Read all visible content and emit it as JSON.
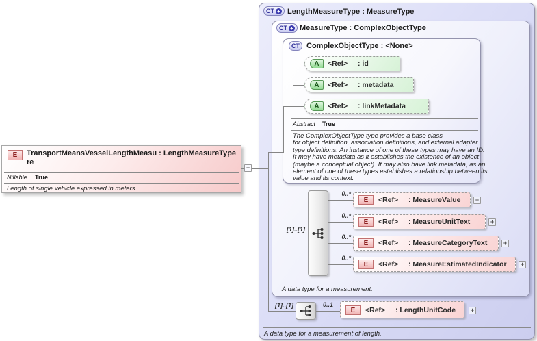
{
  "colors": {
    "type_box_fill": "#dcdef7",
    "attribute_fill": "#d7f2d7",
    "element_fill": "#f9d4d4",
    "element_badge": "#f1b4b4",
    "attribute_badge": "#94dc94",
    "type_badge_text": "#2a2a96",
    "connector_line": "#858585"
  },
  "collapse_glyph": "−",
  "expand_glyph": "+",
  "main_element": {
    "badge": "E",
    "title_line1": "TransportMeansVesselLengthMeasu : LengthMeasureType",
    "title_line2": "re",
    "nillable_label": "Nillable",
    "nillable_value": "True",
    "doc": "Length of single vehicle expressed in meters."
  },
  "outer_type": {
    "badge": "CT",
    "badge_plus": "+",
    "title": "LengthMeasureType : MeasureType",
    "doc": "A data type for a measurement of length."
  },
  "measure_type": {
    "badge": "CT",
    "badge_plus": "+",
    "title": "MeasureType : ComplexObjectType",
    "doc": "A data type for a measurement."
  },
  "complex_object_type": {
    "badge": "CT",
    "title": "ComplexObjectType : <None>",
    "abstract_label": "Abstract",
    "abstract_value": "True",
    "doc_lines": [
      "The ComplexObjectType type provides a base class",
      "for object definition, association definitions, and external adapter",
      "type definitions. An instance of one of these types may have an ID.",
      "It may have metadata as it establishes the existence of an object",
      "(maybe a conceptual object). It may also have link metadata, as an",
      "element of one of these types establishes a relationship between its",
      "value and its context."
    ],
    "attributes": [
      {
        "badge": "A",
        "ref": "<Ref>",
        "name": ": id"
      },
      {
        "badge": "A",
        "ref": "<Ref>",
        "name": ": metadata"
      },
      {
        "badge": "A",
        "ref": "<Ref>",
        "name": ": linkMetadata"
      }
    ]
  },
  "measure_content": {
    "cardinality": "[1]..[1]",
    "items": [
      {
        "occurs": "0..*",
        "badge": "E",
        "ref": "<Ref>",
        "name": ": MeasureValue"
      },
      {
        "occurs": "0..*",
        "badge": "E",
        "ref": "<Ref>",
        "name": ": MeasureUnitText"
      },
      {
        "occurs": "0..*",
        "badge": "E",
        "ref": "<Ref>",
        "name": ": MeasureCategoryText"
      },
      {
        "occurs": "0..*",
        "badge": "E",
        "ref": "<Ref>",
        "name": ": MeasureEstimatedIndicator"
      }
    ]
  },
  "length_content": {
    "cardinality": "[1]..[1]",
    "items": [
      {
        "occurs": "0..1",
        "badge": "E",
        "ref": "<Ref>",
        "name": ": LengthUnitCode"
      }
    ]
  }
}
